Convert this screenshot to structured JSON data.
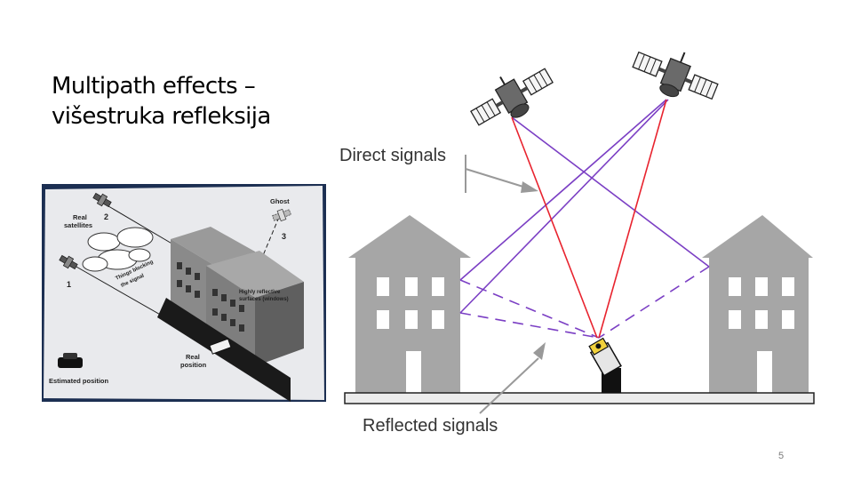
{
  "slide": {
    "title_line1": "Multipath effects –",
    "title_line2": "višestruka refleksija",
    "page_number": "5"
  },
  "photo": {
    "label_real_satellites": [
      "Real",
      "satellites"
    ],
    "label_sat_1": "1",
    "label_sat_2": "2",
    "label_ghost": "Ghost",
    "label_sat_3": "3",
    "label_blocking": [
      "Things blocking",
      "the signal"
    ],
    "label_reflective": [
      "Highly reflective",
      "surfaces (windows)"
    ],
    "label_real_position": [
      "Real",
      "position"
    ],
    "label_estimated_position": "Estimated position"
  },
  "diagram": {
    "direct_label": "Direct signals",
    "reflected_label": "Reflected signals",
    "colors": {
      "direct": "#e8232e",
      "reflected": "#7b3fc4",
      "building": "#a6a6a6",
      "ground": "#ececec"
    }
  }
}
